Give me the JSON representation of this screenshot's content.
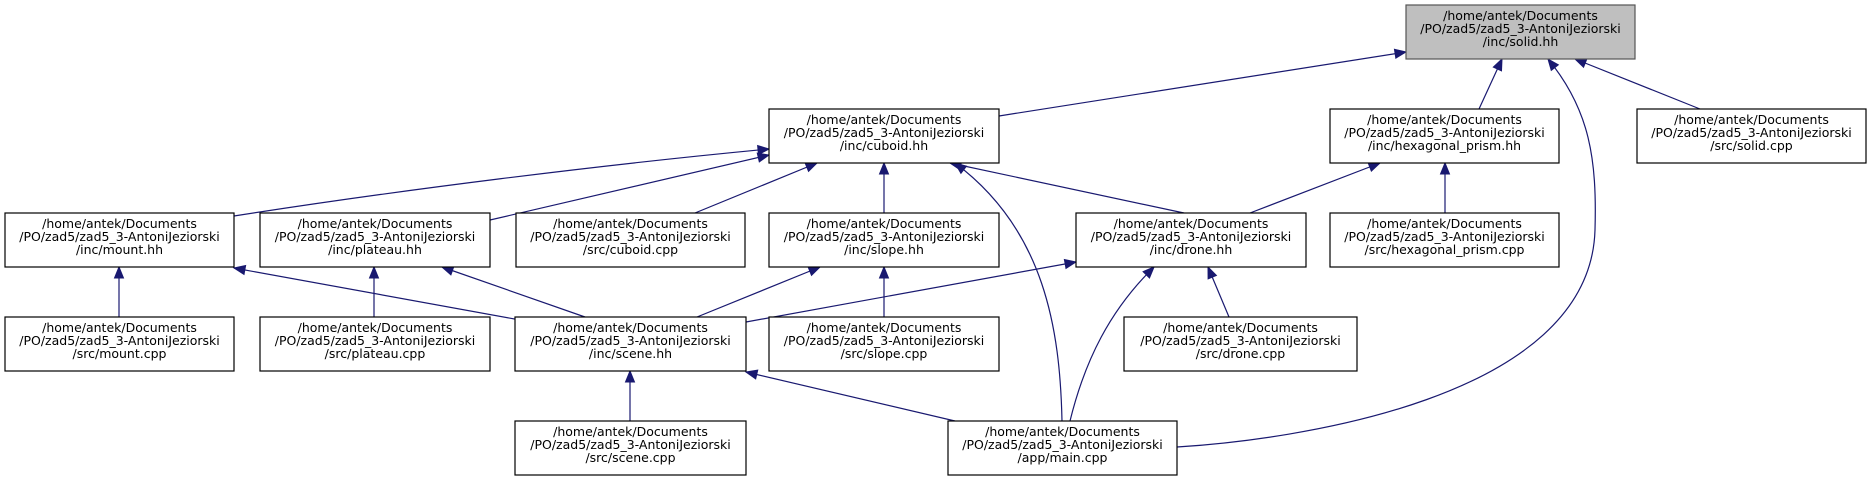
{
  "graph": {
    "nodes": [
      {
        "id": "solid_hh",
        "lines": [
          "/home/antek/Documents",
          "/PO/zad5/zad5_3-AntoniJeziorski",
          "/inc/solid.hh"
        ],
        "highlight": true
      },
      {
        "id": "cuboid_hh",
        "lines": [
          "/home/antek/Documents",
          "/PO/zad5/zad5_3-AntoniJeziorski",
          "/inc/cuboid.hh"
        ]
      },
      {
        "id": "hexagonal_prism_hh",
        "lines": [
          "/home/antek/Documents",
          "/PO/zad5/zad5_3-AntoniJeziorski",
          "/inc/hexagonal_prism.hh"
        ]
      },
      {
        "id": "solid_cpp",
        "lines": [
          "/home/antek/Documents",
          "/PO/zad5/zad5_3-AntoniJeziorski",
          "/src/solid.cpp"
        ]
      },
      {
        "id": "mount_hh",
        "lines": [
          "/home/antek/Documents",
          "/PO/zad5/zad5_3-AntoniJeziorski",
          "/inc/mount.hh"
        ]
      },
      {
        "id": "plateau_hh",
        "lines": [
          "/home/antek/Documents",
          "/PO/zad5/zad5_3-AntoniJeziorski",
          "/inc/plateau.hh"
        ]
      },
      {
        "id": "cuboid_cpp",
        "lines": [
          "/home/antek/Documents",
          "/PO/zad5/zad5_3-AntoniJeziorski",
          "/src/cuboid.cpp"
        ]
      },
      {
        "id": "slope_hh",
        "lines": [
          "/home/antek/Documents",
          "/PO/zad5/zad5_3-AntoniJeziorski",
          "/inc/slope.hh"
        ]
      },
      {
        "id": "drone_hh",
        "lines": [
          "/home/antek/Documents",
          "/PO/zad5/zad5_3-AntoniJeziorski",
          "/inc/drone.hh"
        ]
      },
      {
        "id": "hexagonal_prism_cpp",
        "lines": [
          "/home/antek/Documents",
          "/PO/zad5/zad5_3-AntoniJeziorski",
          "/src/hexagonal_prism.cpp"
        ]
      },
      {
        "id": "mount_cpp",
        "lines": [
          "/home/antek/Documents",
          "/PO/zad5/zad5_3-AntoniJeziorski",
          "/src/mount.cpp"
        ]
      },
      {
        "id": "plateau_cpp",
        "lines": [
          "/home/antek/Documents",
          "/PO/zad5/zad5_3-AntoniJeziorski",
          "/src/plateau.cpp"
        ]
      },
      {
        "id": "scene_hh",
        "lines": [
          "/home/antek/Documents",
          "/PO/zad5/zad5_3-AntoniJeziorski",
          "/inc/scene.hh"
        ]
      },
      {
        "id": "slope_cpp",
        "lines": [
          "/home/antek/Documents",
          "/PO/zad5/zad5_3-AntoniJeziorski",
          "/src/slope.cpp"
        ]
      },
      {
        "id": "drone_cpp",
        "lines": [
          "/home/antek/Documents",
          "/PO/zad5/zad5_3-AntoniJeziorski",
          "/src/drone.cpp"
        ]
      },
      {
        "id": "scene_cpp",
        "lines": [
          "/home/antek/Documents",
          "/PO/zad5/zad5_3-AntoniJeziorski",
          "/src/scene.cpp"
        ]
      },
      {
        "id": "main_cpp",
        "lines": [
          "/home/antek/Documents",
          "/PO/zad5/zad5_3-AntoniJeziorski",
          "/app/main.cpp"
        ]
      }
    ],
    "edges": [
      {
        "from": "cuboid_hh",
        "to": "solid_hh"
      },
      {
        "from": "hexagonal_prism_hh",
        "to": "solid_hh"
      },
      {
        "from": "main_cpp",
        "to": "solid_hh"
      },
      {
        "from": "solid_cpp",
        "to": "solid_hh"
      },
      {
        "from": "mount_hh",
        "to": "cuboid_hh"
      },
      {
        "from": "plateau_hh",
        "to": "cuboid_hh"
      },
      {
        "from": "cuboid_cpp",
        "to": "cuboid_hh"
      },
      {
        "from": "slope_hh",
        "to": "cuboid_hh"
      },
      {
        "from": "drone_hh",
        "to": "cuboid_hh"
      },
      {
        "from": "main_cpp",
        "to": "cuboid_hh"
      },
      {
        "from": "drone_hh",
        "to": "hexagonal_prism_hh"
      },
      {
        "from": "hexagonal_prism_cpp",
        "to": "hexagonal_prism_hh"
      },
      {
        "from": "mount_cpp",
        "to": "mount_hh"
      },
      {
        "from": "scene_hh",
        "to": "mount_hh"
      },
      {
        "from": "plateau_cpp",
        "to": "plateau_hh"
      },
      {
        "from": "scene_hh",
        "to": "plateau_hh"
      },
      {
        "from": "scene_hh",
        "to": "slope_hh"
      },
      {
        "from": "slope_cpp",
        "to": "slope_hh"
      },
      {
        "from": "scene_hh",
        "to": "drone_hh"
      },
      {
        "from": "drone_cpp",
        "to": "drone_hh"
      },
      {
        "from": "main_cpp",
        "to": "drone_hh"
      },
      {
        "from": "scene_cpp",
        "to": "scene_hh"
      },
      {
        "from": "main_cpp",
        "to": "scene_hh"
      }
    ],
    "colors": {
      "edge": "#191970",
      "root_fill": "#bfbfbf",
      "node_fill": "#ffffff",
      "node_border": "#000000"
    }
  }
}
